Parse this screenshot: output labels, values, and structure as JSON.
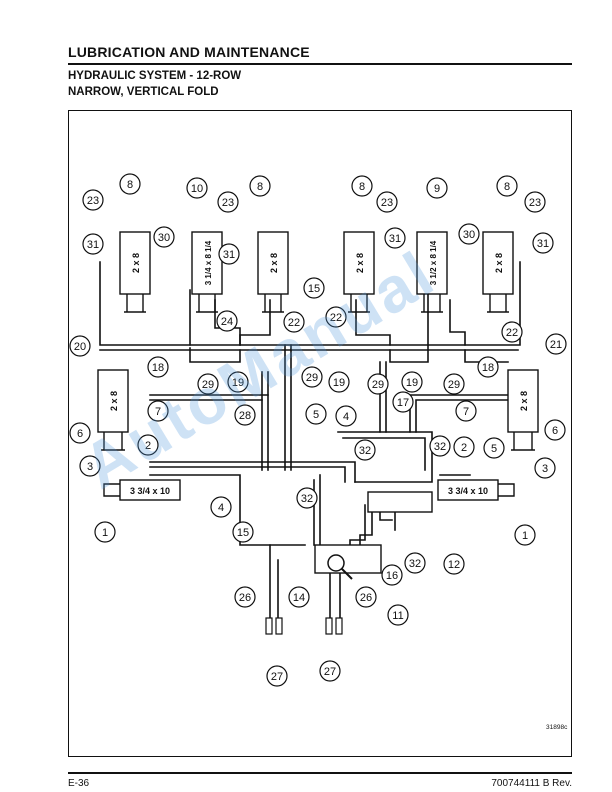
{
  "header": {
    "section_title": "LUBRICATION AND MAINTENANCE",
    "subtitle_line1": "HYDRAULIC SYSTEM - 12-ROW",
    "subtitle_line2": "NARROW, VERTICAL FOLD"
  },
  "diagram": {
    "figure_code": "31898c",
    "cylinder_labels": {
      "two_by_eight": "2 x 8",
      "left_inner_vertical": "3 1/4 x 8 1/4",
      "right_inner_vertical": "3 1/2 x 8 1/4",
      "lift_cylinder": "3 3/4 x 10"
    },
    "callouts": [
      "1",
      "2",
      "3",
      "4",
      "5",
      "6",
      "7",
      "8",
      "9",
      "10",
      "11",
      "12",
      "14",
      "15",
      "16",
      "17",
      "18",
      "19",
      "20",
      "21",
      "22",
      "23",
      "24",
      "26",
      "27",
      "28",
      "29",
      "30",
      "31",
      "32"
    ],
    "watermark": "AutoManual"
  },
  "footer": {
    "page_number": "E-36",
    "doc_number": "700744111 B Rev."
  }
}
